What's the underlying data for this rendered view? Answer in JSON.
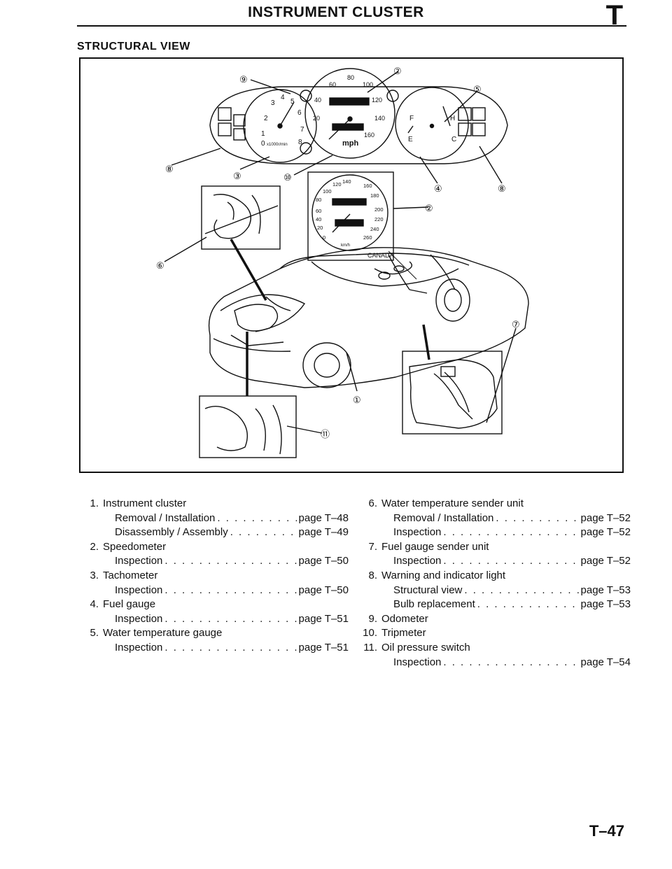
{
  "header": {
    "title": "INSTRUMENT CLUSTER",
    "letter": "T"
  },
  "section_title": "STRUCTURAL VIEW",
  "figure": {
    "callouts": [
      "①",
      "②",
      "③",
      "④",
      "⑤",
      "⑥",
      "⑦",
      "⑧",
      "⑨",
      "⑩",
      "⑪"
    ],
    "tach_labels": [
      "2",
      "3",
      "4",
      "5",
      "6",
      "7",
      "1",
      "0",
      "8",
      "x1000r/min"
    ],
    "speedo_mph_labels": [
      "60",
      "80",
      "100",
      "40",
      "120",
      "20",
      "140",
      "160",
      "mph"
    ],
    "speedo_kmh_labels": [
      "100",
      "120",
      "140",
      "160",
      "80",
      "180",
      "60",
      "200",
      "40",
      "220",
      "20",
      "240",
      "0",
      "260",
      "km/h"
    ],
    "gauge_labels": {
      "fuel_full": "F",
      "fuel_empty": "E",
      "temp_hot": "H",
      "temp_cold": "C"
    },
    "canada_label": "CANADA"
  },
  "legend": {
    "left": [
      {
        "num": "1.",
        "title": "Instrument cluster",
        "refs": [
          {
            "label": "Removal / Installation",
            "page": "page T–48"
          },
          {
            "label": "Disassembly / Assembly",
            "page": "page T–49"
          }
        ]
      },
      {
        "num": "2.",
        "title": "Speedometer",
        "refs": [
          {
            "label": "Inspection",
            "page": "page T–50"
          }
        ]
      },
      {
        "num": "3.",
        "title": "Tachometer",
        "refs": [
          {
            "label": "Inspection",
            "page": "page T–50"
          }
        ]
      },
      {
        "num": "4.",
        "title": "Fuel gauge",
        "refs": [
          {
            "label": "Inspection",
            "page": "page T–51"
          }
        ]
      },
      {
        "num": "5.",
        "title": "Water temperature gauge",
        "refs": [
          {
            "label": "Inspection",
            "page": "page T–51"
          }
        ]
      }
    ],
    "right": [
      {
        "num": "6.",
        "title": "Water temperature sender unit",
        "refs": [
          {
            "label": "Removal / Installation",
            "page": "page T–52"
          },
          {
            "label": "Inspection",
            "page": "page T–52"
          }
        ]
      },
      {
        "num": "7.",
        "title": "Fuel gauge sender unit",
        "refs": [
          {
            "label": "Inspection",
            "page": "page T–52"
          }
        ]
      },
      {
        "num": "8.",
        "title": "Warning and indicator light",
        "refs": [
          {
            "label": "Structural view",
            "page": "page T–53"
          },
          {
            "label": "Bulb replacement",
            "page": "page T–53"
          }
        ]
      },
      {
        "num": "9.",
        "title": "Odometer",
        "refs": []
      },
      {
        "num": "10.",
        "title": "Tripmeter",
        "refs": []
      },
      {
        "num": "11.",
        "title": "Oil pressure switch",
        "refs": [
          {
            "label": "Inspection",
            "page": "page T–54"
          }
        ]
      }
    ]
  },
  "page_number": "T–47"
}
